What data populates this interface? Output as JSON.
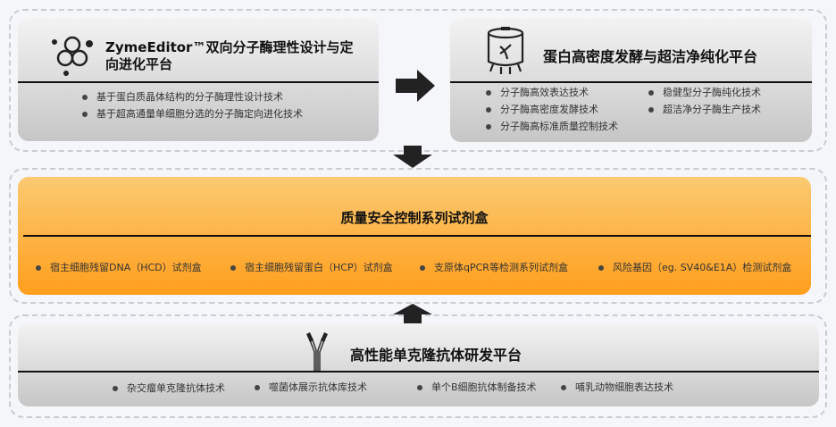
{
  "top_left": {
    "title_line1": "ZymeEditor™双向分子酶理性设计与定",
    "title_line2": "向进化平台",
    "icon": "enzyme-molecule-icon",
    "items": [
      "基于蛋白质晶体结构的分子酶理性设计技术",
      "基于超高通量单细胞分选的分子酶定向进化技术"
    ]
  },
  "top_right": {
    "title": "蛋白高密度发酵与超洁净纯化平台",
    "icon": "fermenter-tank-icon",
    "items": [
      "分子酶高效表达技术",
      "分子酶高密度发酵技术",
      "分子酶高标准质量控制技术",
      "稳健型分子酶纯化技术",
      "超洁净分子酶生产技术"
    ]
  },
  "middle": {
    "title": "质量安全控制系列试剂盒",
    "colors": {
      "top": "#fbca72",
      "bottom": "#ff9e1c"
    },
    "items": [
      "宿主细胞残留DNA（HCD）试剂盒",
      "宿主细胞残留蛋白（HCP）试剂盒",
      "支原体qPCR等检测系列试剂盒",
      "风险基因（eg. SV40&E1A）检测试剂盒"
    ]
  },
  "bottom": {
    "title": "高性能单克隆抗体研发平台",
    "icon": "antibody-icon",
    "items": [
      "杂交瘤单克隆抗体技术",
      "噬菌体展示抗体库技术",
      "单个B细胞抗体制备技术",
      "哺乳动物细胞表达技术"
    ]
  }
}
